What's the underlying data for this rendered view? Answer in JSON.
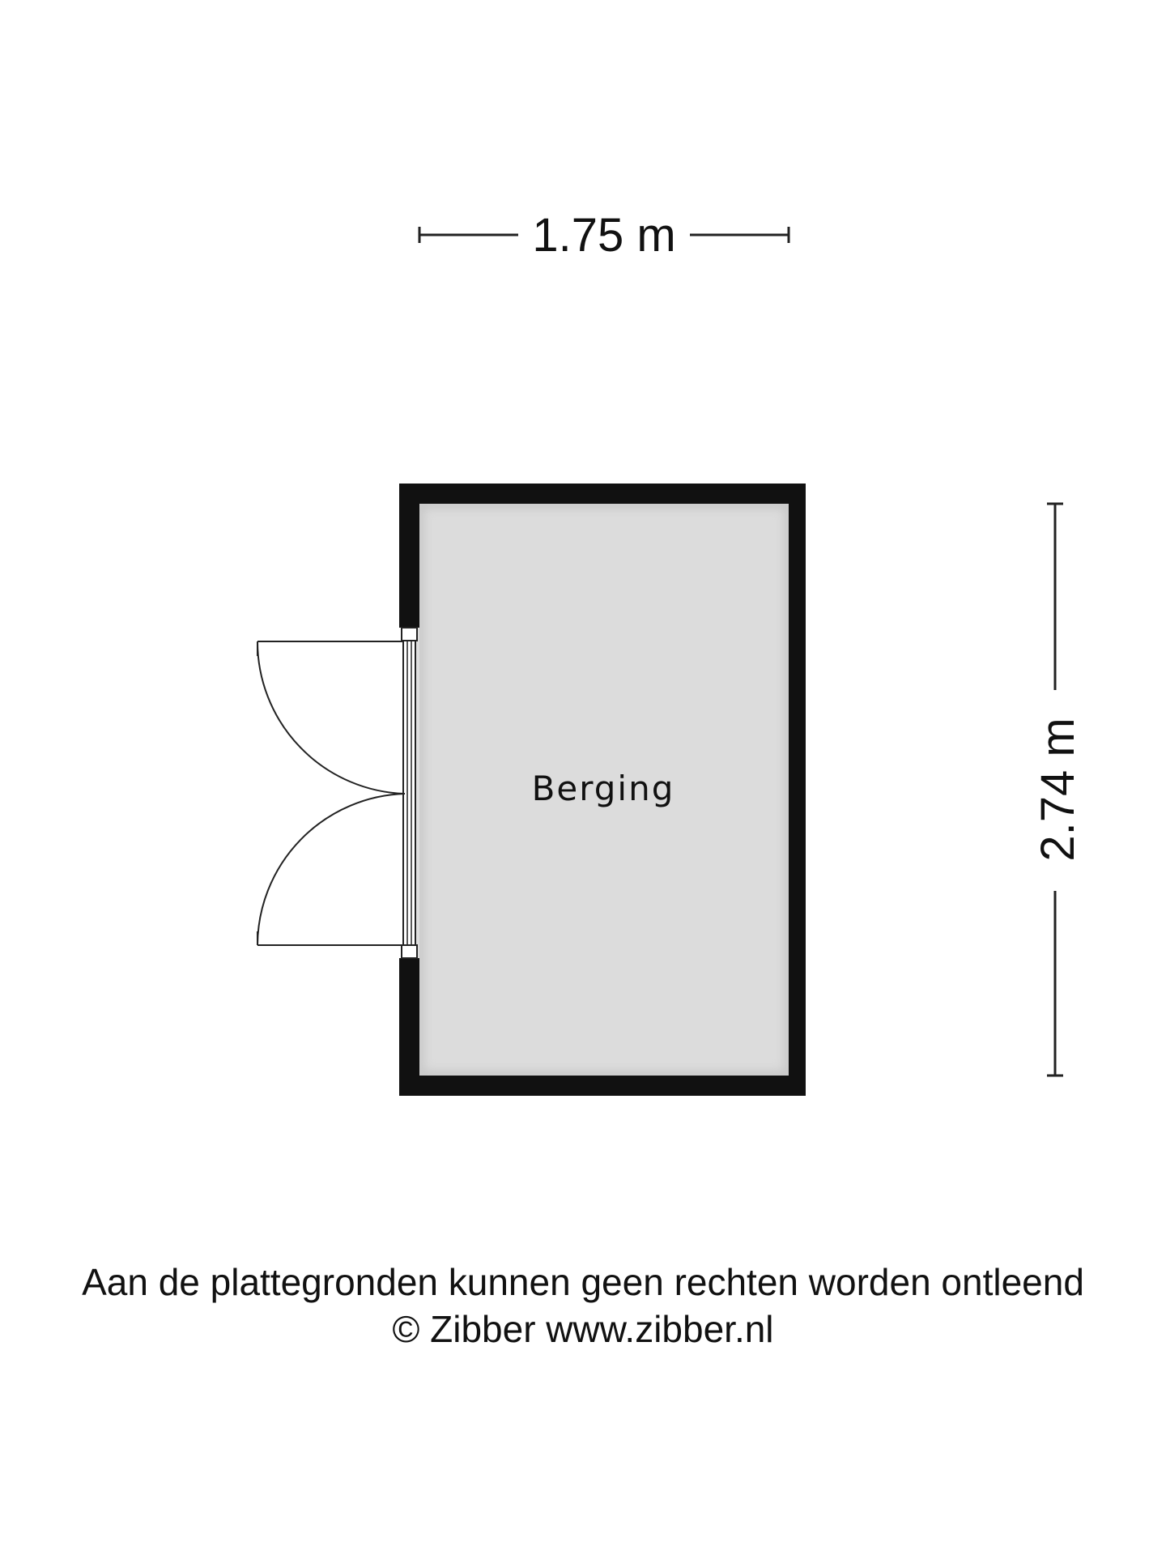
{
  "dimensions": {
    "width_label": "1.75 m",
    "height_label": "2.74 m"
  },
  "room": {
    "name": "Berging"
  },
  "footer": {
    "disclaimer": "Aan de plattegronden kunnen geen rechten worden ontleend",
    "copyright": "© Zibber www.zibber.nl"
  },
  "colors": {
    "wall": "#111111",
    "floor": "#dcdcdc",
    "line": "#222222"
  }
}
